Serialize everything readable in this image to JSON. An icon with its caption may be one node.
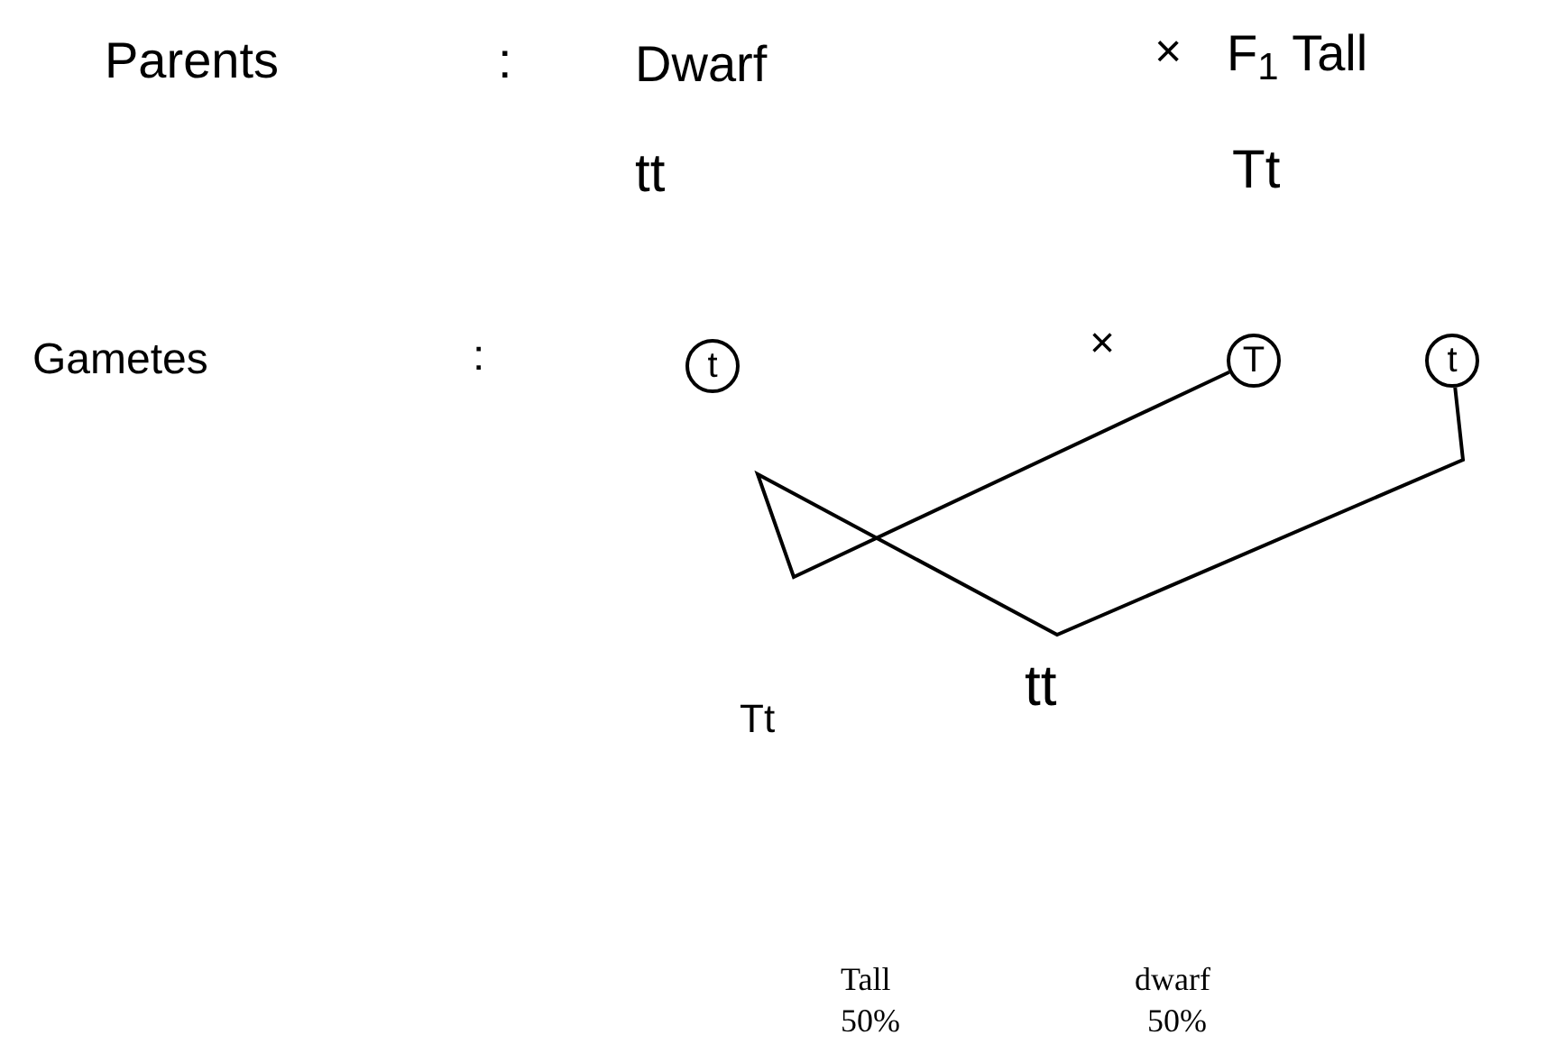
{
  "diagram": {
    "nodes": [
      {
        "text": [
          "t"
        ]
      },
      {
        "text": [
          "T"
        ]
      },
      {
        "text": [
          "t"
        ]
      }
    ],
    "edges": [
      {
        "from": 1,
        "to": 2,
        "arrow": "none"
      }
    ],
    "labels": [
      "Parents",
      "Dwarf",
      "×",
      "F$_{1}$ Tall",
      "tt",
      "Tt",
      "Gametes",
      "×",
      "Tt",
      "tt",
      "Tall",
      "dwarf",
      "50%",
      "50%",
      ":",
      ":"
    ]
  }
}
